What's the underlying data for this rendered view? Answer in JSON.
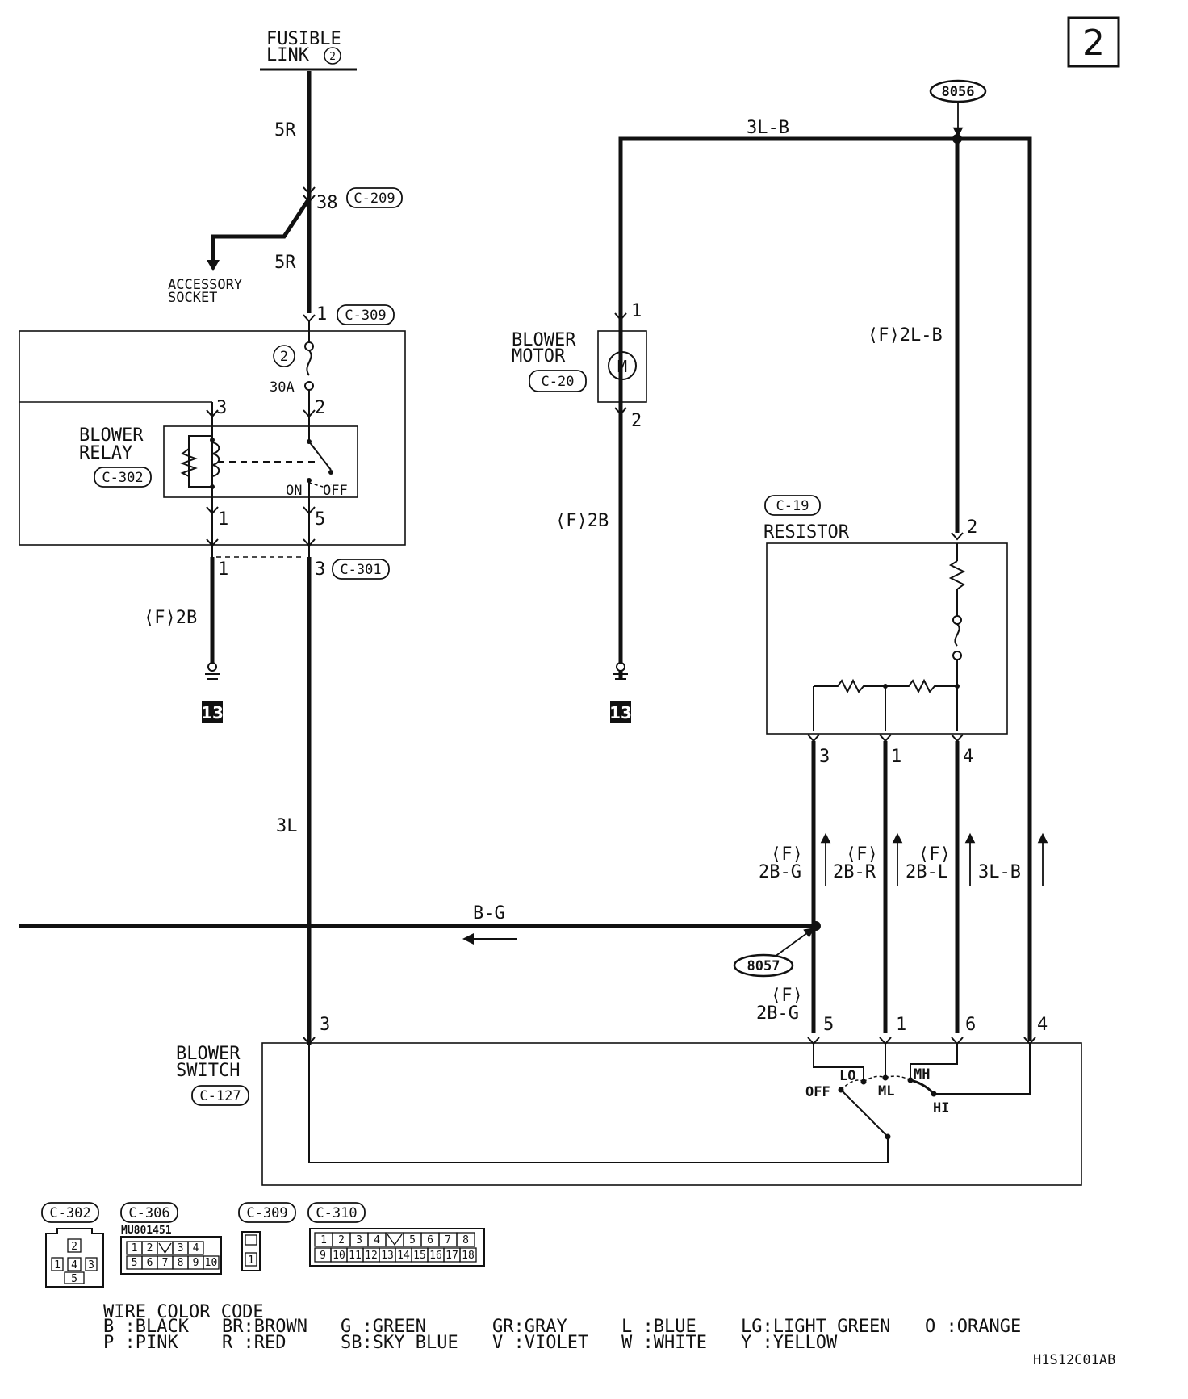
{
  "page_number": "2",
  "fusible_link": {
    "line1": "FUSIBLE",
    "line2": "LINK",
    "number": "2"
  },
  "wires": {
    "w5r_top": "5R",
    "w5r_mid": "5R",
    "w3l": "3L",
    "w3lb_top": "3L-B",
    "f2lb": "⟨F⟩2L-B",
    "f2b_relay": "⟨F⟩2B",
    "f2b_motor": "⟨F⟩2B",
    "bg": "B-G",
    "f_prefix": "⟨F⟩",
    "w2bg": "2B-G",
    "w2br": "2B-R",
    "w2bl": "2B-L",
    "w3lb_bottom": "3L-B",
    "w2bg_bottom": "2B-G"
  },
  "connectors": {
    "c209": "C-209",
    "c309": "C-309",
    "c302": "C-302",
    "c301": "C-301",
    "c20": "C-20",
    "c19": "C-19",
    "c127": "C-127",
    "c306": "C-306",
    "c310": "C-310"
  },
  "splices": {
    "s8056": "8056",
    "s8057": "8057"
  },
  "components": {
    "accessory_socket_l1": "ACCESSORY",
    "accessory_socket_l2": "SOCKET",
    "blower_relay_l1": "BLOWER",
    "blower_relay_l2": "RELAY",
    "blower_motor_l1": "BLOWER",
    "blower_motor_l2": "MOTOR",
    "motor_symbol": "M",
    "resistor": "RESISTOR",
    "blower_switch_l1": "BLOWER",
    "blower_switch_l2": "SWITCH",
    "fuse_number": "2",
    "fuse_rating": "30A",
    "relay_on": "ON",
    "relay_off": "OFF",
    "switch_off": "OFF",
    "switch_lo": "LO",
    "switch_ml": "ML",
    "switch_mh": "MH",
    "switch_hi": "HI",
    "ground": "13"
  },
  "pins": {
    "c209_38": "38",
    "c309_1": "1",
    "relay_3": "3",
    "relay_2": "2",
    "relay_1": "1",
    "relay_5": "5",
    "c301_1": "1",
    "c301_3": "3",
    "motor_1": "1",
    "motor_2": "2",
    "res_2": "2",
    "res_3": "3",
    "res_1": "1",
    "res_4": "4",
    "sw_3": "3",
    "sw_5": "5",
    "sw_1": "1",
    "sw_6": "6",
    "sw_4": "4"
  },
  "connector_views": {
    "c306_part": "MU801451",
    "c302_pins": [
      "2",
      "1",
      "4",
      "3",
      "5"
    ],
    "c306_row1": [
      "1",
      "2",
      "",
      "3",
      "4"
    ],
    "c306_row2": [
      "5",
      "6",
      "7",
      "8",
      "9",
      "10"
    ],
    "c309_pins": [
      "1"
    ],
    "c310_row1": [
      "1",
      "2",
      "3",
      "4",
      "",
      "5",
      "6",
      "7",
      "8"
    ],
    "c310_row2": [
      "9",
      "10",
      "11",
      "12",
      "13",
      "14",
      "15",
      "16",
      "17",
      "18"
    ]
  },
  "wire_color_code": {
    "title": "WIRE COLOR CODE",
    "row1": [
      "B :BLACK",
      "BR:BROWN",
      "G :GREEN",
      "GR:GRAY",
      "L :BLUE",
      "LG:LIGHT GREEN",
      "O :ORANGE"
    ],
    "row2": [
      "P :PINK",
      "R :RED",
      "SB:SKY BLUE",
      "V :VIOLET",
      "W :WHITE",
      "Y :YELLOW"
    ]
  },
  "figure_code": "H1S12C01AB"
}
